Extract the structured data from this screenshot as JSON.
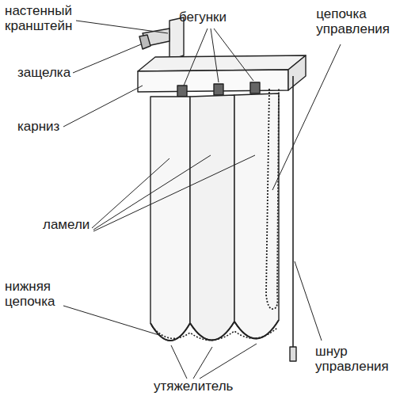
{
  "diagram": {
    "labels": [
      "настенный кранштейн",
      "защелка",
      "бегунки",
      "цепочка управления",
      "карниз",
      "ламели",
      "нижняя цепочка",
      "утяжелитель",
      "шнур управления"
    ]
  }
}
